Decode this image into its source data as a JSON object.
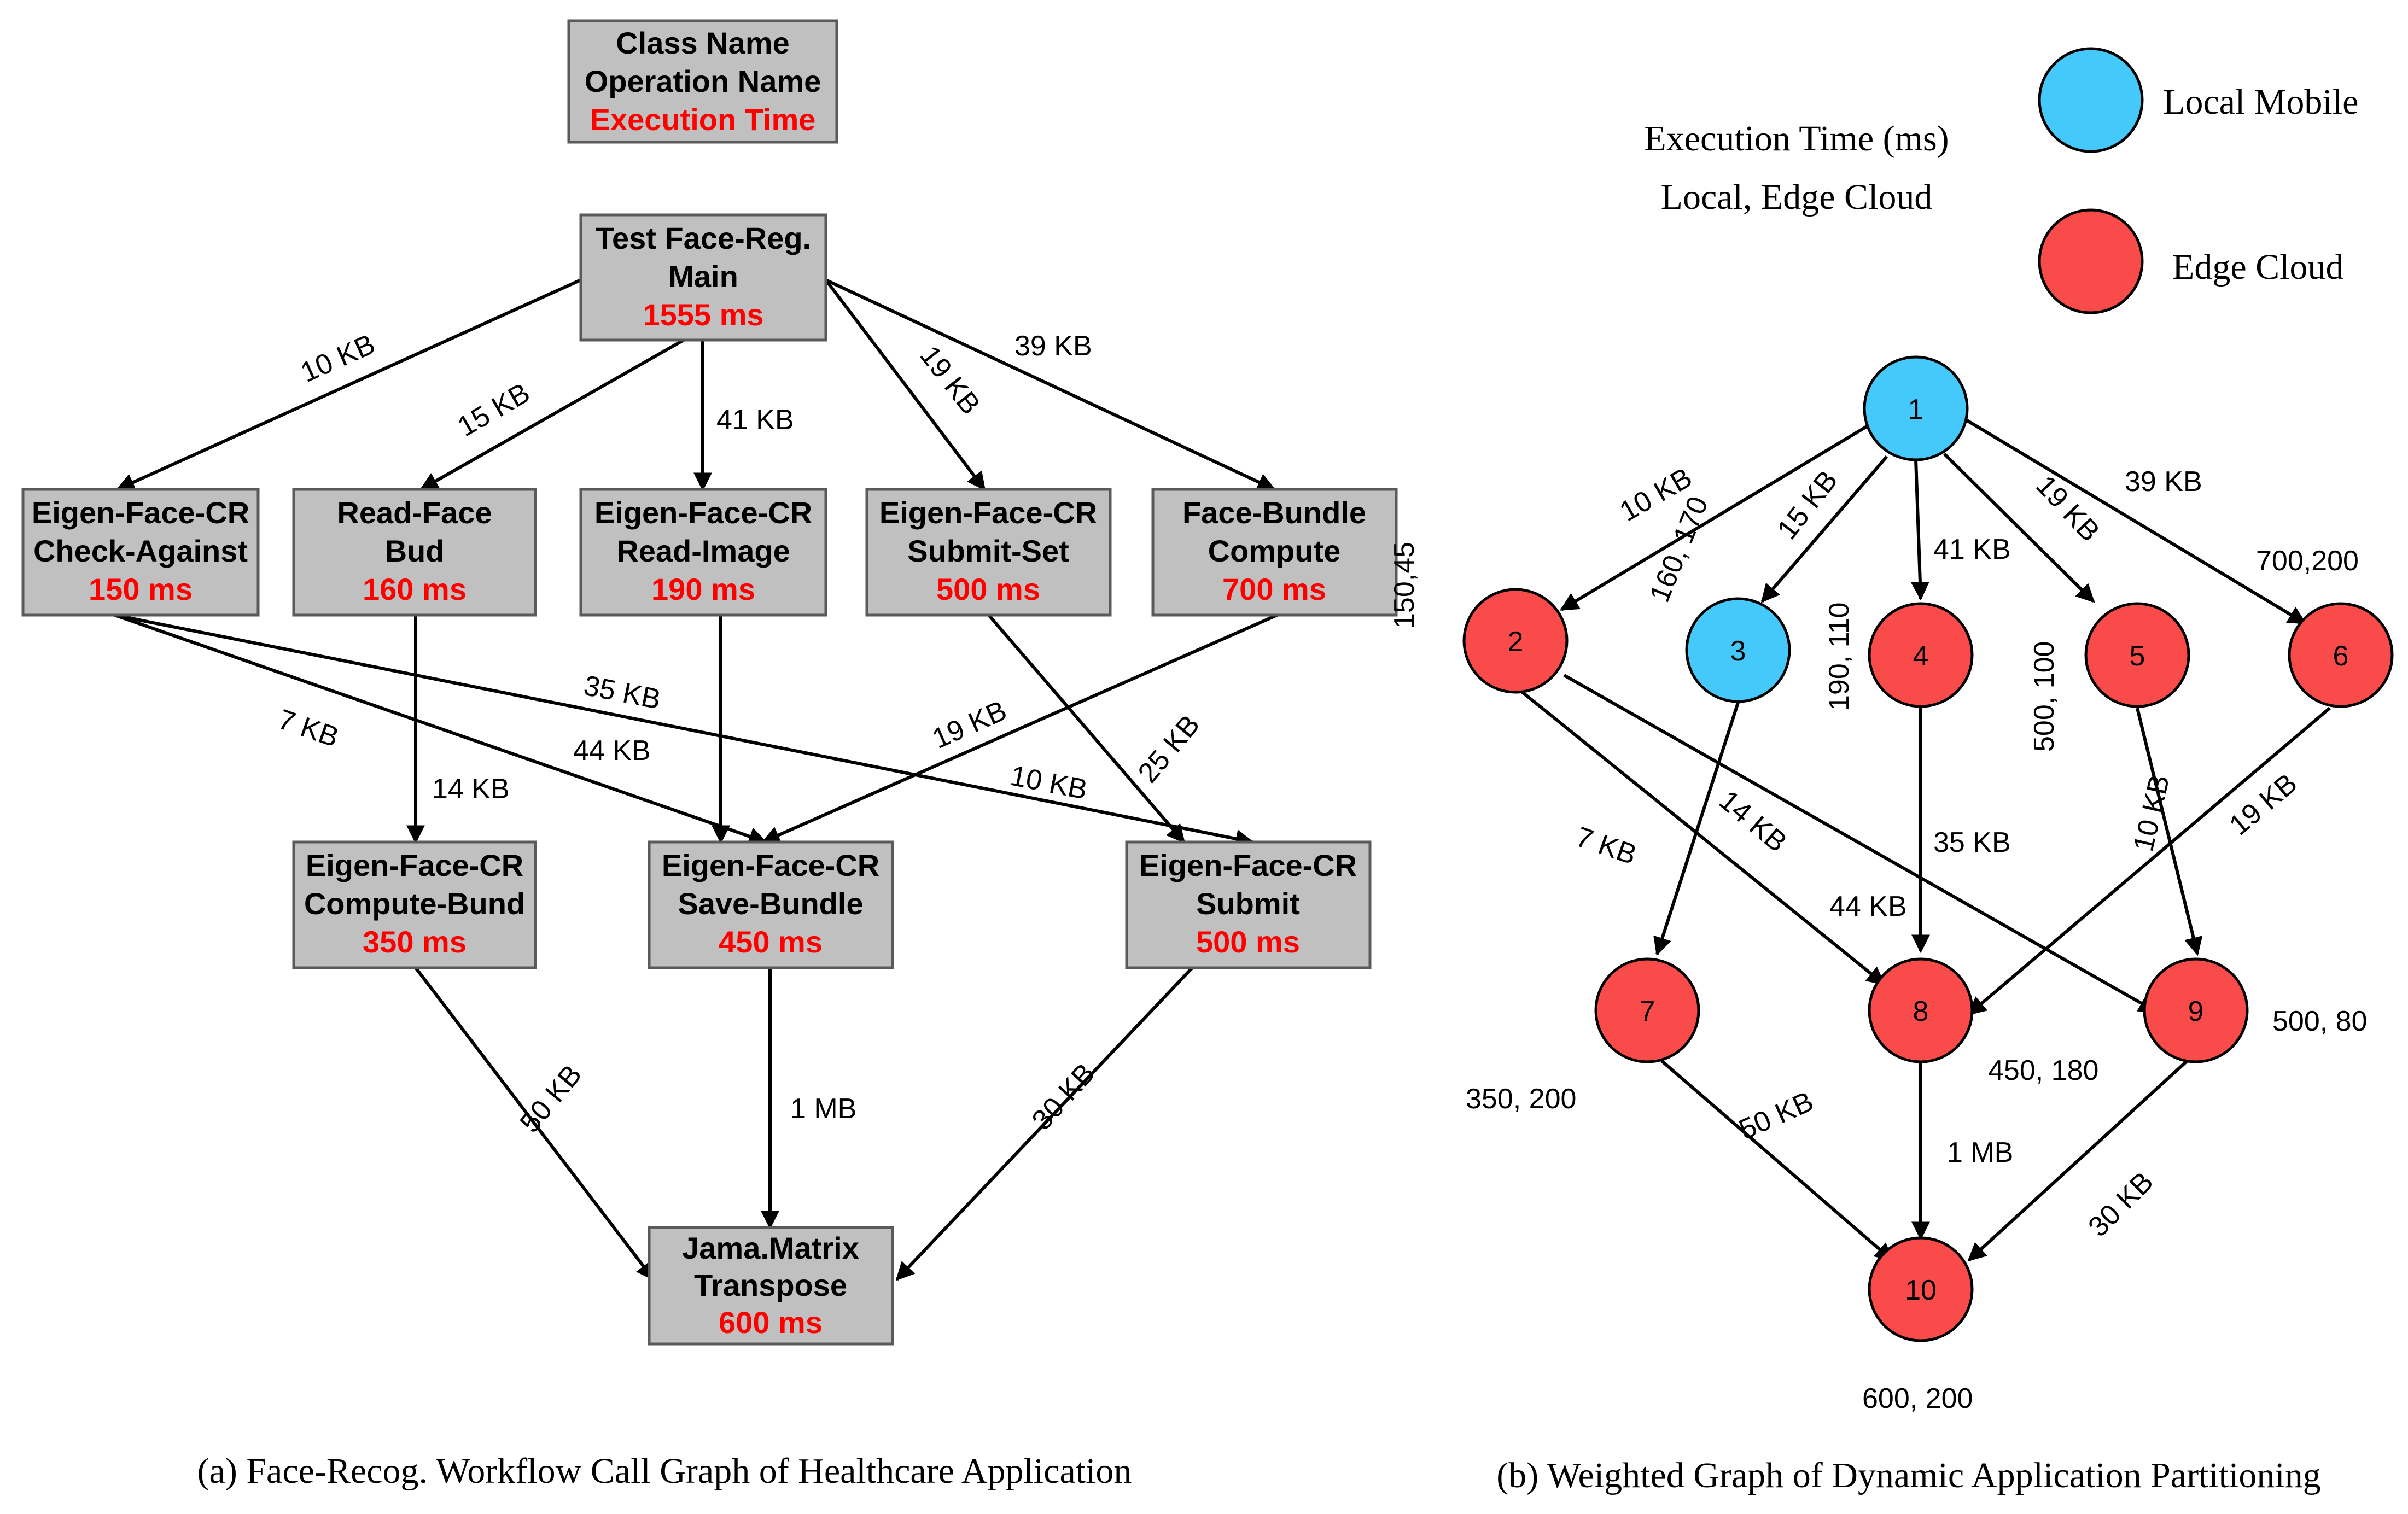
{
  "left_diagram": {
    "legend": {
      "line1": "Class Name",
      "line2": "Operation Name",
      "line3": "Execution Time"
    },
    "boxes": [
      {
        "id": "main",
        "line1": "Test Face-Reg.",
        "line2": "Main",
        "time": "1555 ms"
      },
      {
        "id": "checkagainst",
        "line1": "Eigen-Face-CR",
        "line2": "Check-Against",
        "time": "150 ms"
      },
      {
        "id": "readbud",
        "line1": "Read-Face",
        "line2": "Bud",
        "time": "160 ms"
      },
      {
        "id": "readimage",
        "line1": "Eigen-Face-CR",
        "line2": "Read-Image",
        "time": "190 ms"
      },
      {
        "id": "submitset",
        "line1": "Eigen-Face-CR",
        "line2": "Submit-Set",
        "time": "500 ms"
      },
      {
        "id": "facebundle",
        "line1": "Face-Bundle",
        "line2": "Compute",
        "time": "700 ms"
      },
      {
        "id": "computebund",
        "line1": "Eigen-Face-CR",
        "line2": "Compute-Bund",
        "time": "350 ms"
      },
      {
        "id": "savebundle",
        "line1": "Eigen-Face-CR",
        "line2": "Save-Bundle",
        "time": "450 ms"
      },
      {
        "id": "submit",
        "line1": "Eigen-Face-CR",
        "line2": "Submit",
        "time": "500 ms"
      },
      {
        "id": "transpose",
        "line1": "Jama.Matrix",
        "line2": "Transpose",
        "time": "600 ms"
      }
    ],
    "edge_labels": [
      "10 KB",
      "15 KB",
      "41 KB",
      "19 KB",
      "39 KB",
      "7 KB",
      "35 KB",
      "44 KB",
      "10 KB",
      "14 KB",
      "19 KB",
      "25 KB",
      "50 KB",
      "1 MB",
      "30 KB"
    ],
    "caption": "(a) Face-Recog. Workflow Call Graph of Healthcare Application"
  },
  "right_diagram": {
    "header_line1": "Execution Time  (ms)",
    "header_line2": "Local, Edge Cloud",
    "legend": [
      {
        "label": "Local Mobile",
        "color": "#45c8fa"
      },
      {
        "label": "Edge Cloud",
        "color": "#fa4b4b"
      }
    ],
    "nodes": [
      {
        "id": "1",
        "type": "local",
        "times": ""
      },
      {
        "id": "2",
        "type": "edge",
        "times": "150,45"
      },
      {
        "id": "3",
        "type": "local",
        "times": "160, 170"
      },
      {
        "id": "4",
        "type": "edge",
        "times": "190, 110"
      },
      {
        "id": "5",
        "type": "edge",
        "times": "500, 100"
      },
      {
        "id": "6",
        "type": "edge",
        "times": "700,200"
      },
      {
        "id": "7",
        "type": "edge",
        "times": "350, 200"
      },
      {
        "id": "8",
        "type": "edge",
        "times": "450, 180"
      },
      {
        "id": "9",
        "type": "edge",
        "times": "500, 80"
      },
      {
        "id": "10",
        "type": "edge",
        "times": "600, 200"
      }
    ],
    "edge_labels": [
      "10 KB",
      "15 KB",
      "41 KB",
      "19 KB",
      "39 KB",
      "7 KB",
      "14 KB",
      "35 KB",
      "44 KB",
      "10 KB",
      "19 KB",
      "50 KB",
      "1 MB",
      "30 KB"
    ],
    "caption": "(b) Weighted Graph of Dynamic Application Partitioning"
  },
  "colors": {
    "local": "#45c8fa",
    "edge": "#fa4b4b",
    "box_fill": "#c0c0c0",
    "time_text": "#ff0000"
  }
}
